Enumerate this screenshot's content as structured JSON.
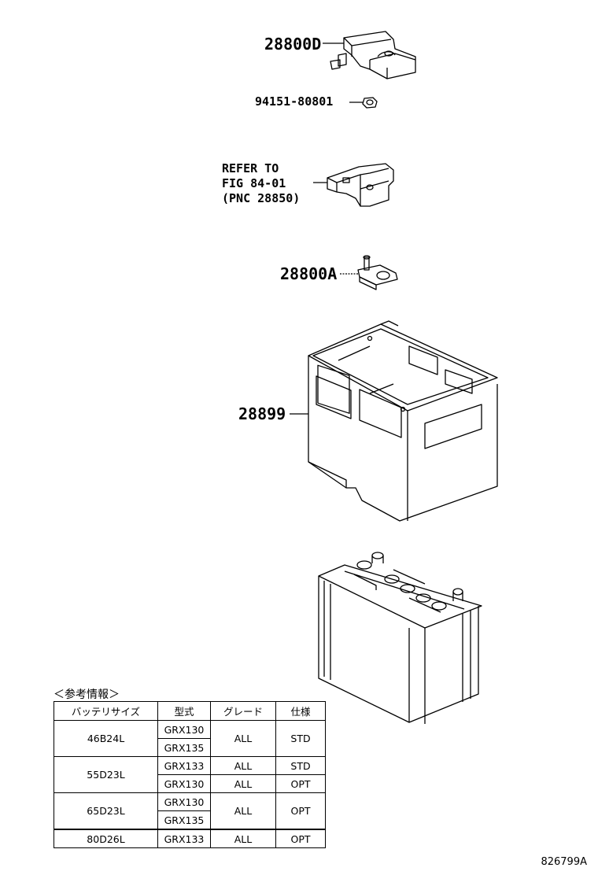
{
  "callouts": {
    "c28800D": "28800D",
    "c94151": "94151-80801",
    "c28800A": "28800A",
    "c28899": "28899"
  },
  "refer": {
    "line1": "REFER TO",
    "line2": "FIG 84-01",
    "line3": "(PNC 28850)"
  },
  "table": {
    "caption": "＜参考情報＞",
    "headers": [
      "バッテリサイズ",
      "型式",
      "グレード",
      "仕様"
    ],
    "rows": [
      {
        "size": "46B24L",
        "models": [
          "GRX130",
          "GRX135"
        ],
        "grade": "ALL",
        "spec": "STD"
      },
      {
        "size": "55D23L",
        "models": [
          "GRX133",
          "GRX130"
        ],
        "grades": [
          "ALL",
          "ALL"
        ],
        "specs": [
          "STD",
          "OPT"
        ]
      },
      {
        "size": "65D23L",
        "models": [
          "GRX130",
          "GRX135"
        ],
        "grade": "ALL",
        "spec": "OPT"
      },
      {
        "size": "80D26L",
        "models": [
          "GRX133"
        ],
        "grade": "ALL",
        "spec": "OPT"
      }
    ]
  },
  "figure_id": "826799A"
}
